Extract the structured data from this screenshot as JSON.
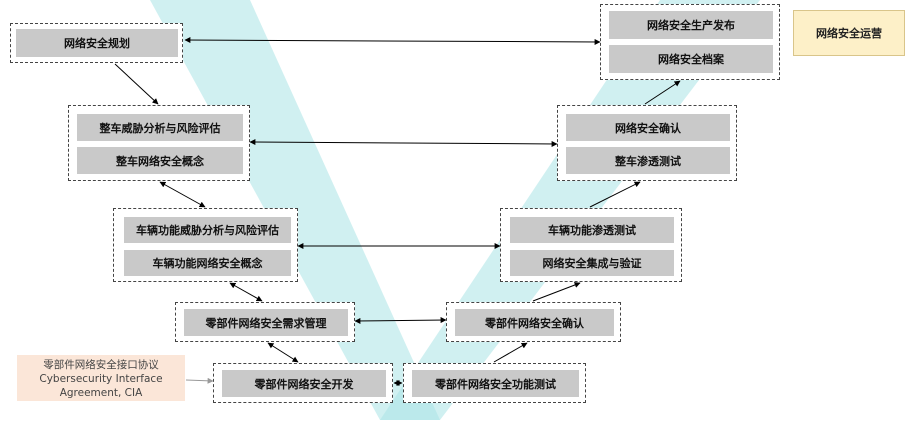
{
  "left": {
    "l1": {
      "b1": "网络安全规划"
    },
    "l2": {
      "b1": "整车威胁分析与风险评估",
      "b2": "整车网络安全概念"
    },
    "l3": {
      "b1": "车辆功能威胁分析与风险评估",
      "b2": "车辆功能网络安全概念"
    },
    "l4": {
      "b1": "零部件网络安全需求管理"
    },
    "l5": {
      "b1": "零部件网络安全开发"
    }
  },
  "right": {
    "r1": {
      "b1": "网络安全生产发布",
      "b2": "网络安全档案"
    },
    "r2": {
      "b1": "网络安全确认",
      "b2": "整车渗透测试"
    },
    "r3": {
      "b1": "车辆功能渗透测试",
      "b2": "网络安全集成与验证"
    },
    "r4": {
      "b1": "零部件网络安全确认"
    },
    "r5": {
      "b1": "零部件网络安全功能测试"
    }
  },
  "ops": "网络安全运营",
  "cia": {
    "line1": "零部件网络安全接口协议",
    "line2": "Cybersecurity Interface",
    "line3": "Agreement, CIA"
  }
}
